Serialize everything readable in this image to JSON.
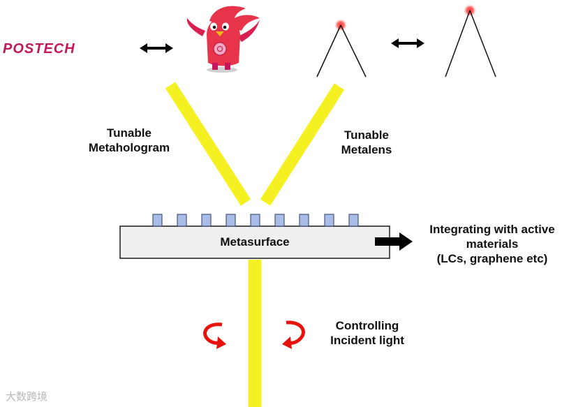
{
  "logo": {
    "text": "POSTECH"
  },
  "labels": {
    "tunable_metahologram": [
      "Tunable",
      "Metahologram"
    ],
    "tunable_metalens": [
      "Tunable",
      "Metalens"
    ],
    "metasurface": "Metasurface",
    "active_materials": [
      "Integrating with active",
      "materials",
      "(LCs, graphene etc)"
    ],
    "controlling_light": [
      "Controlling",
      "Incident light"
    ]
  },
  "watermark": "大数跨境",
  "colors": {
    "beam": "#f5f022",
    "brand": "#c3165d",
    "substrate_fill": "#efefef",
    "nanopillar_fill": "#a9bde6",
    "focal_spot": "#ff2a2a",
    "rotation_arrow": "#e8120c"
  },
  "icons": [
    "double-arrow-icon",
    "mascot-icon",
    "focal-cone-icon",
    "right-arrow-icon",
    "rotation-arrow-icon"
  ]
}
